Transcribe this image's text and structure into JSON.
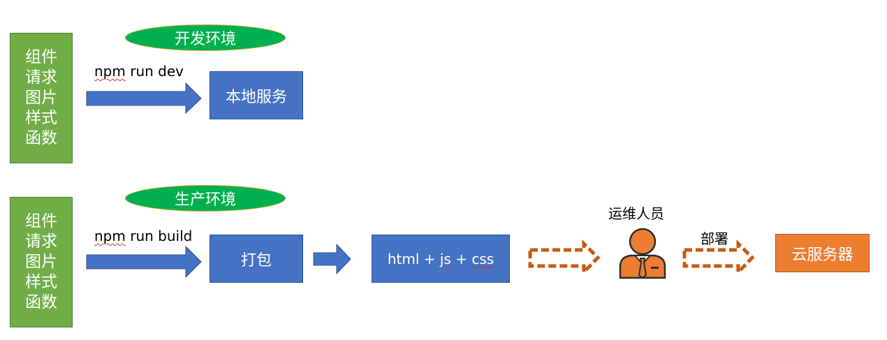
{
  "dev": {
    "sources": [
      "组件",
      "请求",
      "图片",
      "样式",
      "函数"
    ],
    "env_label": "开发环境",
    "command_word": "npm",
    "command_rest": " run dev",
    "target": "本地服务"
  },
  "prod": {
    "sources": [
      "组件",
      "请求",
      "图片",
      "样式",
      "函数"
    ],
    "env_label": "生产环境",
    "command_word": "npm",
    "command_rest": " run build",
    "package_step": "打包",
    "bundle_html": "html + ",
    "bundle_js": "js",
    "bundle_plus": " + ",
    "bundle_css": "css",
    "ops_label": "运维人员",
    "deploy_label": "部署",
    "server": "云服务器"
  },
  "colors": {
    "source_green": "#70ad47",
    "env_green": "#00b050",
    "process_blue": "#4472c4",
    "deploy_brown": "#c55a11",
    "server_orange": "#ed7d31"
  },
  "icons": {
    "ops_person": "person-with-tie-icon"
  }
}
